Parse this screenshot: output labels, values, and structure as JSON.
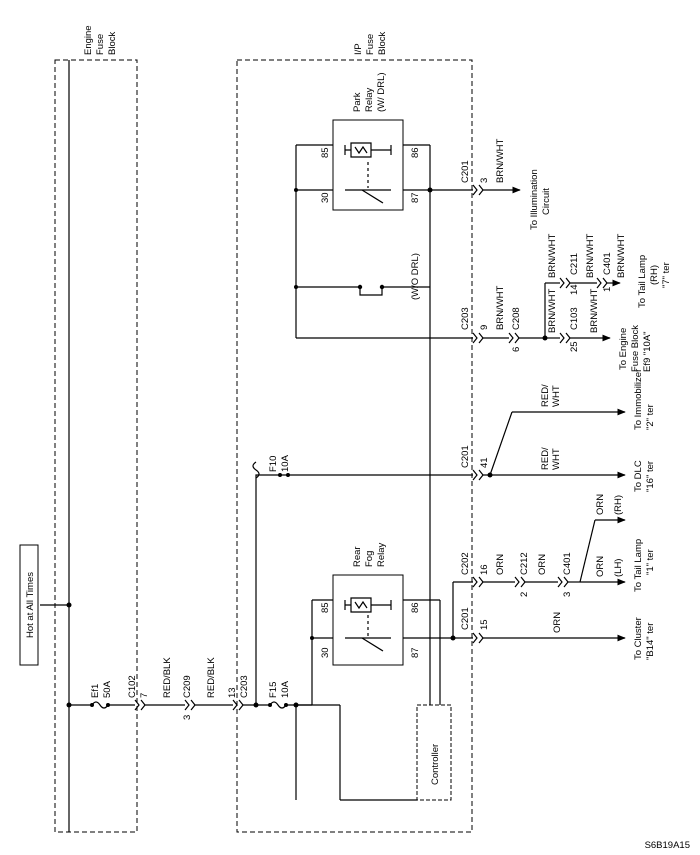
{
  "header_box": "Hot at All Times",
  "engine_fuse_block": [
    "Engine",
    "Fuse",
    "Block"
  ],
  "ip_fuse_block": [
    "I/P",
    "Fuse",
    "Block"
  ],
  "park_relay": [
    "Park",
    "Relay",
    "(W/ DRL)"
  ],
  "rear_fog_relay": [
    "Rear",
    "Fog",
    "Relay"
  ],
  "controller": "Controller",
  "wo_drl": "(W/O DRL)",
  "fuses": {
    "ef1": [
      "Ef1",
      "50A"
    ],
    "f10": [
      "F10",
      "10A"
    ],
    "f15": [
      "F15",
      "10A"
    ]
  },
  "pins": {
    "p85": "85",
    "p86": "86",
    "p30": "30",
    "p87": "87"
  },
  "connectors": {
    "c102": [
      "C102",
      "7"
    ],
    "c209": [
      "C209",
      "3"
    ],
    "c203_left": [
      "13",
      "C203"
    ],
    "c201_top": [
      "C201",
      "3"
    ],
    "c203_mid": [
      "C203",
      "9"
    ],
    "c208": [
      "C208",
      "6"
    ],
    "c211": [
      "C211",
      "14"
    ],
    "c401_top": [
      "C401",
      "1"
    ],
    "c103": [
      "C103",
      "25"
    ],
    "c201_41": [
      "C201",
      "41"
    ],
    "c202": [
      "C202",
      "16"
    ],
    "c212": [
      "C212",
      "2"
    ],
    "c401_bot": [
      "C401",
      "3"
    ],
    "c201_15": [
      "C201",
      "15"
    ]
  },
  "wires": {
    "red_blk": "RED/BLK",
    "brn_wht": "BRN/WHT",
    "red_wht": [
      "RED/",
      "WHT"
    ],
    "orn": "ORN",
    "lh": "(LH)",
    "rh": "(RH)"
  },
  "destinations": {
    "illumination": [
      "To Illumination",
      "Circuit"
    ],
    "tail_rh": [
      "To Tail Lamp",
      "(RH)",
      "\"7\" ter"
    ],
    "engine_fuse": [
      "To Engine",
      "Fuse Block",
      "Ef9 \"10A\""
    ],
    "immobilizer": [
      "To Immobilizer",
      "\"2\" ter"
    ],
    "dlc": [
      "To DLC",
      "\"16\" ter"
    ],
    "tail_lh": [
      "To Tail Lamp",
      "\"1\" ter"
    ],
    "cluster": [
      "To Cluster",
      "\"B14\" ter"
    ]
  },
  "figure_id": "S6B19A15"
}
